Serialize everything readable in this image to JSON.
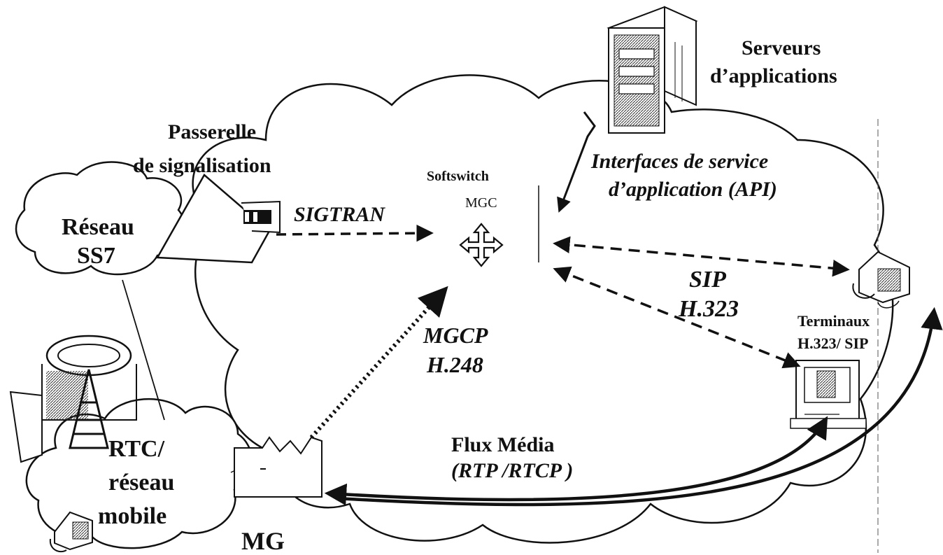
{
  "labels": {
    "servers_line1": "Serveurs",
    "servers_line2": "d’applications",
    "gateway_line1": "Passerelle",
    "gateway_line2": "de signalisation",
    "ss7_line1": "Réseau",
    "ss7_line2": "SS7",
    "softswitch": "Softswitch",
    "mgc": "MGC",
    "api_line1": "Interfaces de service",
    "api_line2": "d’application (API)",
    "sigtran": "SIGTRAN",
    "sip": "SIP",
    "h323": "H.323",
    "terminals_line1": "Terminaux",
    "terminals_line2": "H.323/ SIP",
    "mgcp": "MGCP",
    "h248": "H.248",
    "flux_line1": "Flux Média",
    "flux_line2": "(RTP /RTCP  )",
    "rtc_line1": "RTC/",
    "rtc_line2": "réseau",
    "rtc_line3": "mobile",
    "mg": "MG"
  },
  "icons": {
    "server": "server-rack-icon",
    "signaling_gateway": "triangle-gateway-icon",
    "softswitch": "four-way-arrow-icon",
    "antenna": "radio-tower-icon",
    "phone": "telephone-icon",
    "terminal": "computer-terminal-icon",
    "media_gateway": "media-gateway-icon"
  },
  "colors": {
    "ink": "#111111",
    "background": "#ffffff"
  }
}
